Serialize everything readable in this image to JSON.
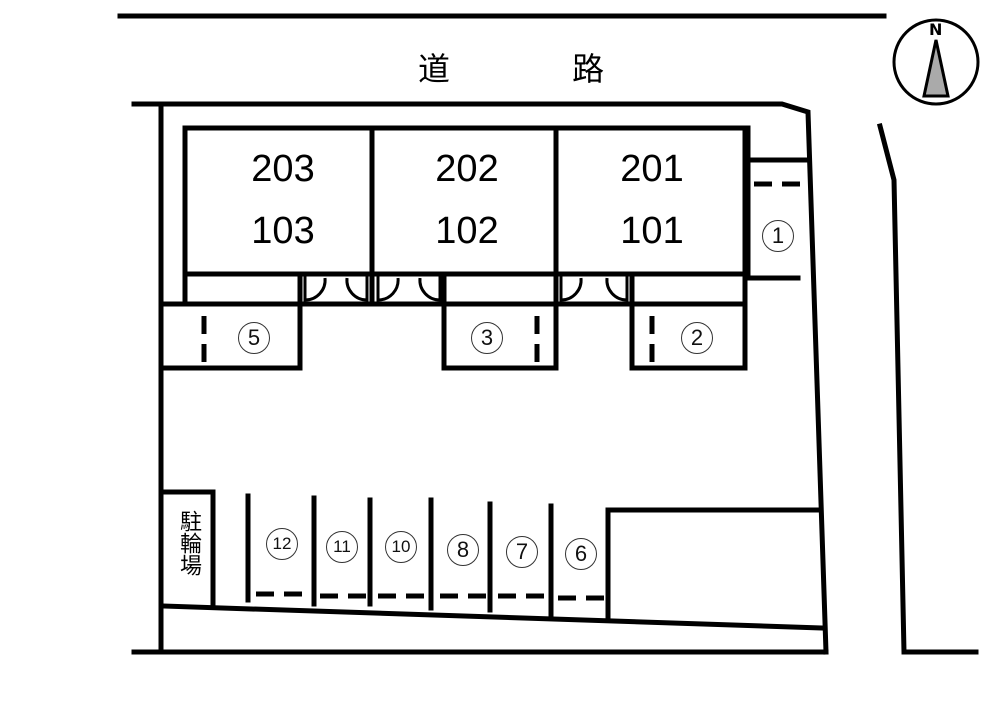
{
  "road": {
    "label": "道 路"
  },
  "compass": {
    "label": "N"
  },
  "units": [
    {
      "upper": "203",
      "lower": "103"
    },
    {
      "upper": "202",
      "lower": "102"
    },
    {
      "upper": "201",
      "lower": "101"
    }
  ],
  "parking_spots": [
    "①",
    "②",
    "③",
    "⑤",
    "⑥",
    "⑦",
    "⑧",
    "⑩",
    "⑪",
    "⑫"
  ],
  "bike_parking": {
    "label": "駐輪場"
  }
}
